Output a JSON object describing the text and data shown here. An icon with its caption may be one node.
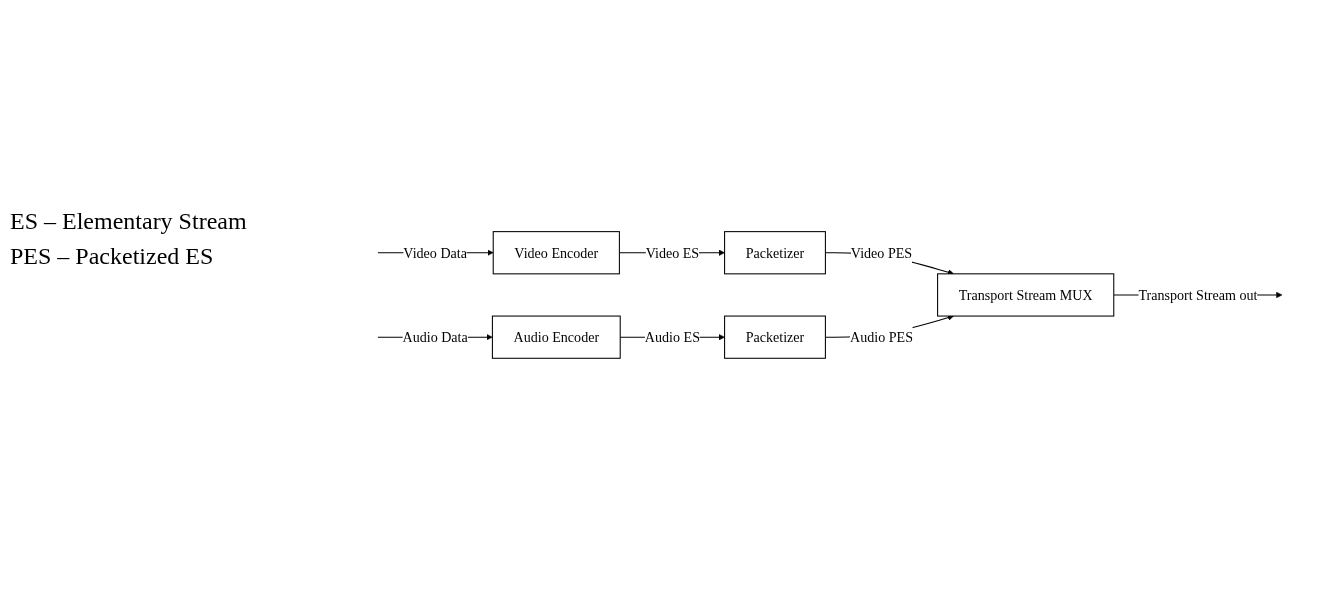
{
  "diagram": {
    "nodes": [
      {
        "text": [
          "Video Encoder"
        ]
      },
      {
        "text": [
          "Packetizer"
        ]
      },
      {
        "text": [
          "Transport Stream MUX"
        ]
      },
      {
        "text": [
          "Audio Encoder"
        ]
      },
      {
        "text": [
          "Packetizer"
        ]
      }
    ],
    "edges": [
      {
        "from": null,
        "to": 0,
        "arrow": "to",
        "label": "Video Data"
      },
      {
        "from": 0,
        "to": 1,
        "arrow": "to",
        "label": "Video ES"
      },
      {
        "from": 1,
        "to": 2,
        "arrow": "to",
        "label": "Video PES"
      },
      {
        "from": null,
        "to": 3,
        "arrow": "to",
        "label": "Audio Data"
      },
      {
        "from": 3,
        "to": 4,
        "arrow": "to",
        "label": "Audio ES"
      },
      {
        "from": 4,
        "to": 2,
        "arrow": "to",
        "label": "Audio PES"
      },
      {
        "from": 2,
        "to": null,
        "arrow": "to",
        "label": "Transport Stream out"
      }
    ],
    "labels": [
      "ES – Elementary Stream",
      "PES – Packetized ES"
    ]
  }
}
